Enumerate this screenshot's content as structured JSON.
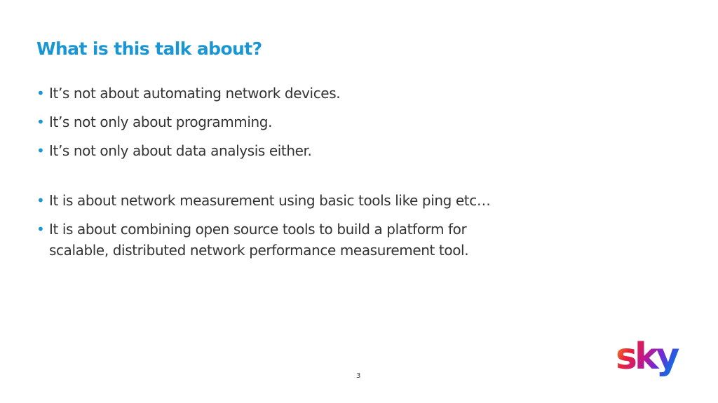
{
  "slide": {
    "title": "What is this talk about?",
    "bullet_glyph": "•",
    "bullets": [
      "It’s not about automating network devices.",
      "It’s not only about programming.",
      "It’s not only about data analysis either.",
      "It is about network measurement using basic tools like ping etc…",
      "It is about combining open source tools to build a platform for scalable, distributed network performance measurement tool."
    ],
    "page_number": "3",
    "logo": {
      "name": "sky-logo",
      "text": "sky"
    }
  },
  "colors": {
    "accent": "#1b96d4",
    "body_text": "#333333",
    "logo_gradient": [
      "#f5a623",
      "#e8233a",
      "#c2178a",
      "#6c2bd9",
      "#1a66e0"
    ]
  }
}
